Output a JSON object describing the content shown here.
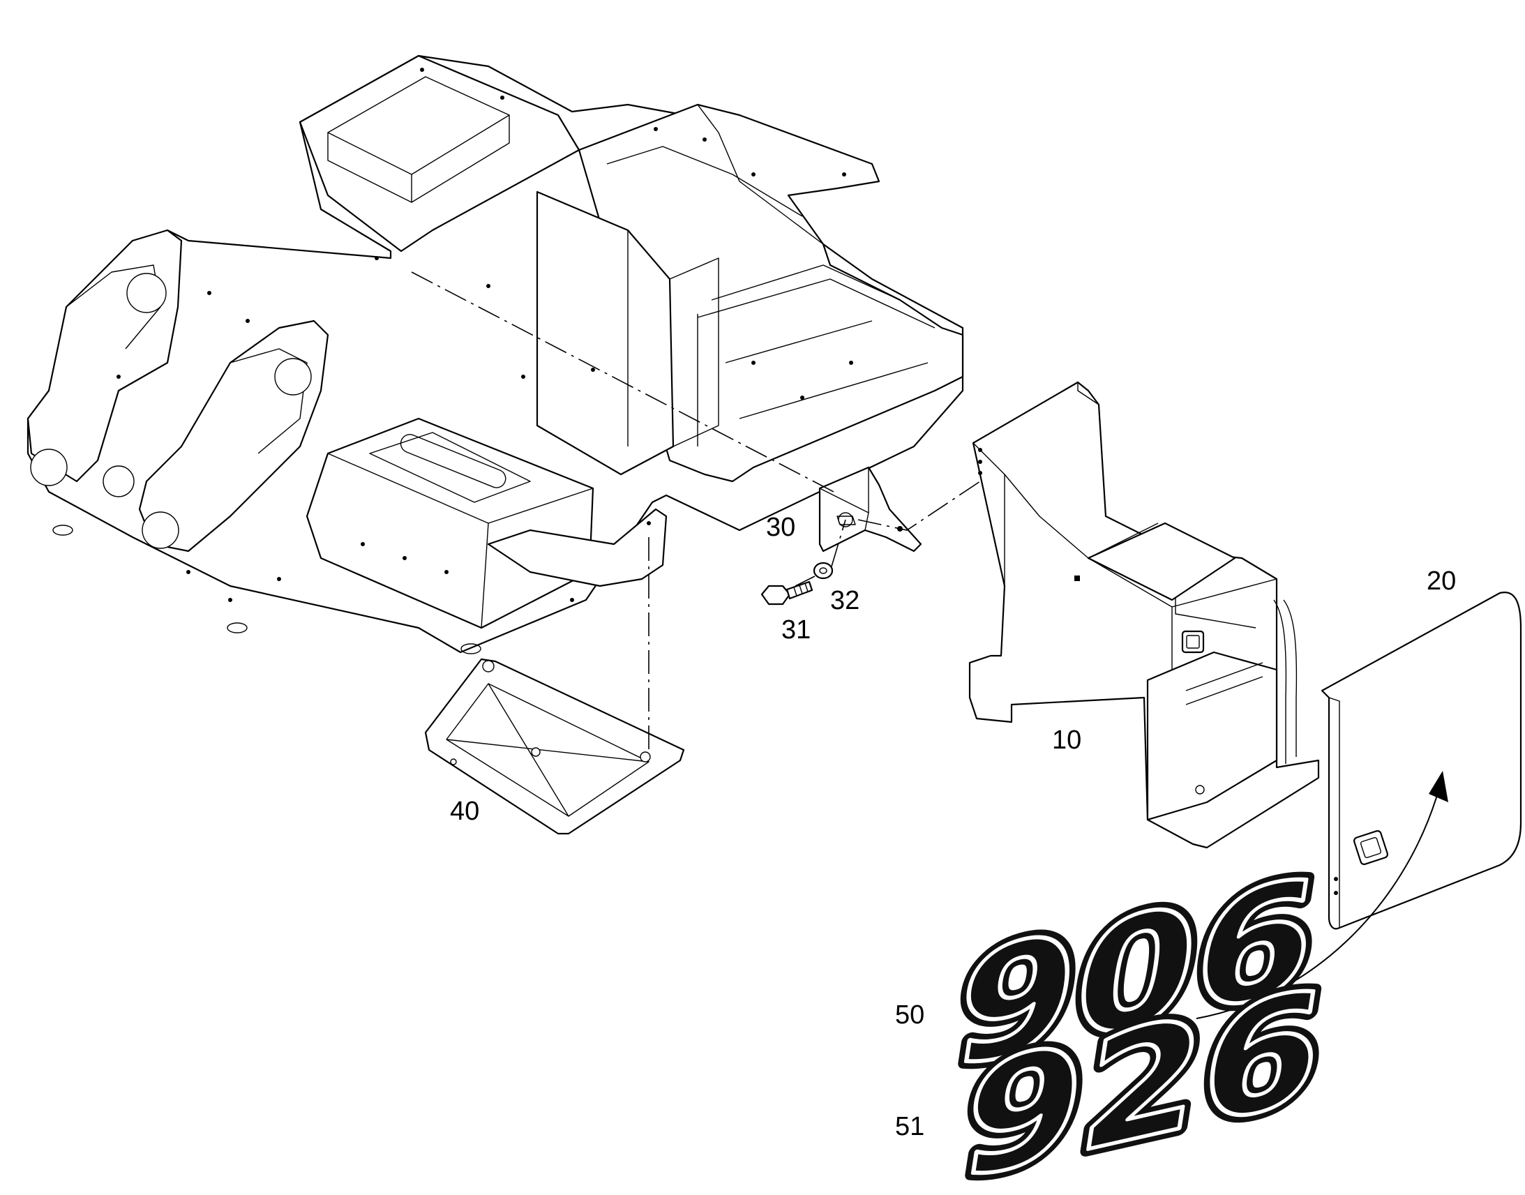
{
  "callouts": {
    "p10": "10",
    "p20": "20",
    "p30": "30",
    "p31": "31",
    "p32": "32",
    "p40": "40",
    "p50": "50",
    "p51": "51"
  },
  "decals": {
    "d50": "906",
    "d51": "926"
  },
  "colors": {
    "line": "#000000",
    "background": "#ffffff"
  }
}
